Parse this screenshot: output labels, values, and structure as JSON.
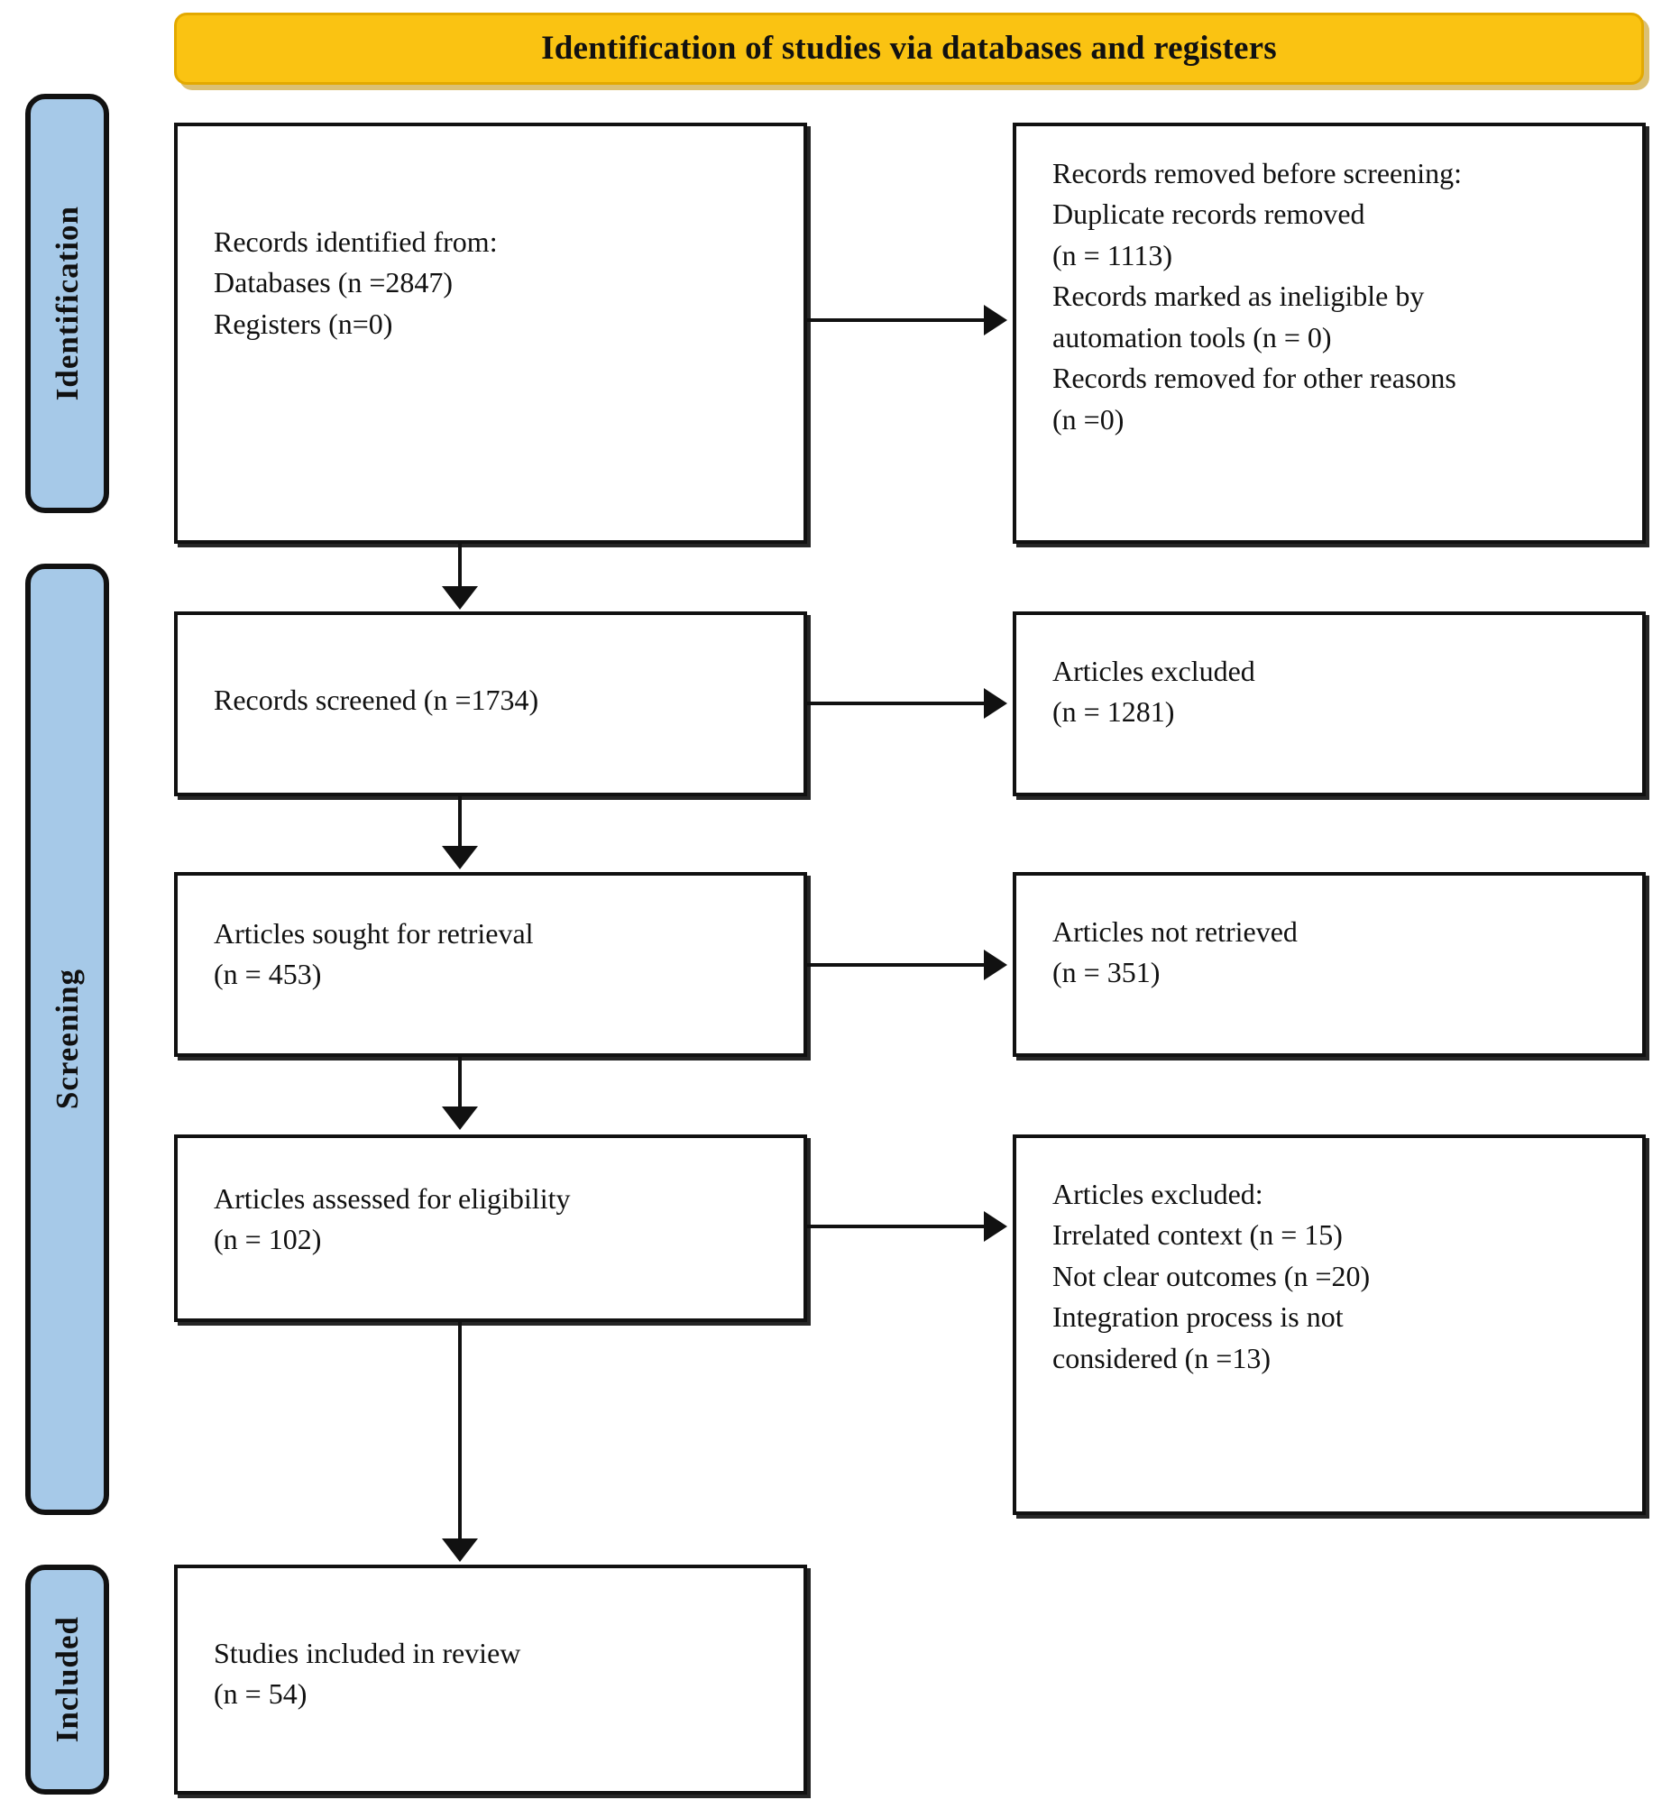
{
  "banner": {
    "title": "Identification of studies via databases and registers",
    "color": "#FAC312"
  },
  "stages": {
    "identification": "Identification",
    "screening": "Screening",
    "included": "Included",
    "color": "#A6C9E8"
  },
  "boxes": {
    "identified": {
      "lines": [
        "Records identified from:",
        "Databases (n =2847)",
        "Registers (n=0)"
      ]
    },
    "removed": {
      "lines": [
        "Records removed before screening:",
        "Duplicate records removed",
        "(n = 1113)",
        "Records marked as ineligible by",
        "automation tools (n = 0)",
        "Records removed for other reasons",
        "(n =0)"
      ]
    },
    "screened": {
      "lines": [
        "Records screened (n =1734)"
      ]
    },
    "excluded1": {
      "lines": [
        "Articles excluded",
        "(n = 1281)"
      ]
    },
    "sought": {
      "lines": [
        "Articles sought for retrieval",
        "(n = 453)"
      ]
    },
    "notretrieved": {
      "lines": [
        "Articles not retrieved",
        "(n = 351)"
      ]
    },
    "assessed": {
      "lines": [
        "Articles assessed for eligibility",
        "(n = 102)"
      ]
    },
    "excluded2": {
      "lines": [
        "Articles excluded:",
        "Irrelated context (n = 15)",
        "Not clear outcomes (n =20)",
        "Integration process is not",
        "considered (n =13)"
      ]
    },
    "included": {
      "lines": [
        "Studies included in review",
        "(n = 54)"
      ]
    }
  },
  "chart_data": {
    "type": "diagram",
    "title": "Identification of studies via databases and registers",
    "nodes": [
      {
        "id": "identified",
        "stage": "Identification",
        "column": "left",
        "label": "Records identified from: Databases (n =2847) Registers (n=0)",
        "n": 2847
      },
      {
        "id": "removed",
        "stage": "Identification",
        "column": "right",
        "label": "Records removed before screening",
        "duplicate_records_removed": 1113,
        "ineligible_by_automation_tools": 0,
        "removed_other_reasons": 0
      },
      {
        "id": "screened",
        "stage": "Screening",
        "column": "left",
        "label": "Records screened",
        "n": 1734
      },
      {
        "id": "excluded1",
        "stage": "Screening",
        "column": "right",
        "label": "Articles excluded",
        "n": 1281
      },
      {
        "id": "sought",
        "stage": "Screening",
        "column": "left",
        "label": "Articles sought for retrieval",
        "n": 453
      },
      {
        "id": "notretrieved",
        "stage": "Screening",
        "column": "right",
        "label": "Articles not retrieved",
        "n": 351
      },
      {
        "id": "assessed",
        "stage": "Screening",
        "column": "left",
        "label": "Articles assessed for eligibility",
        "n": 102
      },
      {
        "id": "excluded2",
        "stage": "Screening",
        "column": "right",
        "label": "Articles excluded",
        "irrelated_context": 15,
        "not_clear_outcomes": 20,
        "integration_process_not_considered": 13
      },
      {
        "id": "included",
        "stage": "Included",
        "column": "left",
        "label": "Studies included in review",
        "n": 54
      }
    ],
    "edges": [
      {
        "from": "identified",
        "to": "removed",
        "direction": "horizontal"
      },
      {
        "from": "identified",
        "to": "screened",
        "direction": "vertical"
      },
      {
        "from": "screened",
        "to": "excluded1",
        "direction": "horizontal"
      },
      {
        "from": "screened",
        "to": "sought",
        "direction": "vertical"
      },
      {
        "from": "sought",
        "to": "notretrieved",
        "direction": "horizontal"
      },
      {
        "from": "sought",
        "to": "assessed",
        "direction": "vertical"
      },
      {
        "from": "assessed",
        "to": "excluded2",
        "direction": "horizontal"
      },
      {
        "from": "assessed",
        "to": "included",
        "direction": "vertical"
      }
    ]
  }
}
